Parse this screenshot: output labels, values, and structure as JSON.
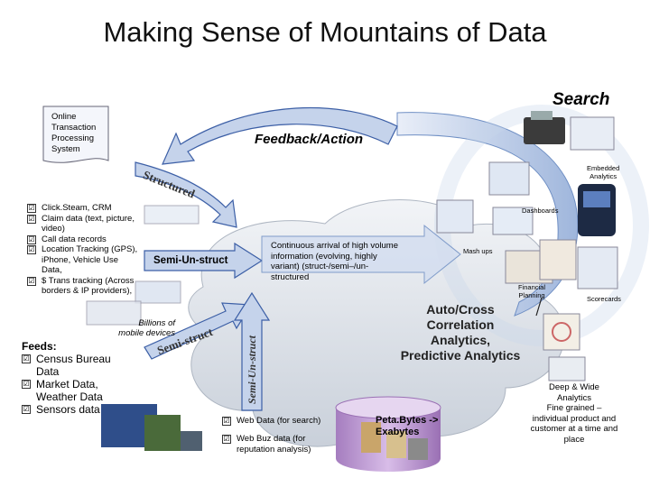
{
  "title": "Making Sense of Mountains of Data",
  "search_label": "Search",
  "feedback_label": "Feedback/Action",
  "oltp": [
    "Online",
    "Transaction",
    "Processing",
    "System"
  ],
  "structured_label": "Structured",
  "semi_un_struct_label": "Semi-Un-struct",
  "semi_struct_label": "Semi-struct",
  "semi_un_struct_vertical": "Semi-Un-struct",
  "billions_label": [
    "Billions of",
    "mobile devices"
  ],
  "structured_sources": [
    "Click.Steam, CRM",
    "Claim data (text, picture, video)",
    "Call data records",
    "Location Tracking (GPS), iPhone, Vehicle Use Data,",
    "$ Trans tracking (Across borders & IP providers),"
  ],
  "feeds": {
    "heading": "Feeds:",
    "items": [
      "Census Bureau Data",
      "Market Data, Weather Data",
      "Sensors data"
    ]
  },
  "continuous_text": "Continuous arrival of high volume information (evolving, highly variant) (struct-/semi–/un-structured",
  "analytics_text": [
    "Auto/Cross",
    "Correlation",
    "Analytics,",
    "Predictive Analytics"
  ],
  "web_items": [
    "Web Data (for search)",
    "Web Buz data (for reputation analysis)"
  ],
  "petabytes": [
    "Peta.Bytes ->",
    "Exabytes"
  ],
  "deep_wide": [
    "Deep & Wide",
    "Analytics",
    "Fine grained –",
    "individual product and",
    "customer at a time and",
    "place"
  ],
  "outputs": {
    "embedded": [
      "Embedded",
      "Analytics"
    ],
    "dashboards": "Dashboards",
    "mashups": "Mash ups",
    "financial": [
      "Financial",
      "Planning"
    ],
    "scorecards": "Scorecards"
  },
  "colors": {
    "arrow": "#b7c9e6",
    "arrow_edge": "#3c5fa6",
    "cloud": "#dde2ea",
    "cylinder": "#c4a0d8",
    "title": "#111111"
  },
  "icons": {
    "checkbox": "☑"
  }
}
